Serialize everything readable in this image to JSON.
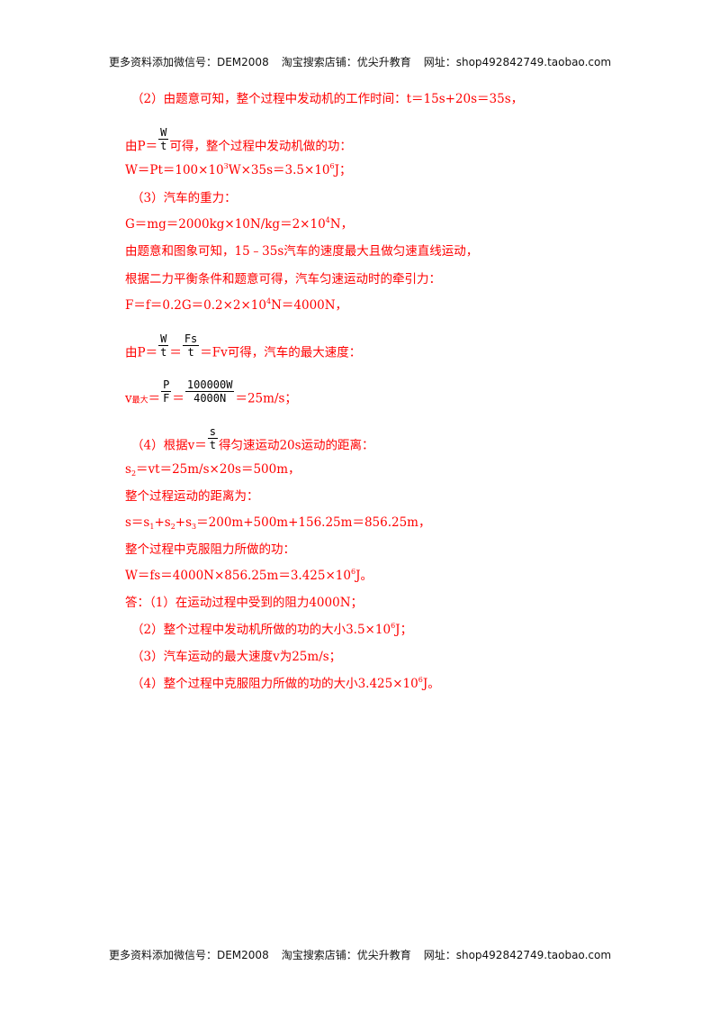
{
  "header": {
    "wechat": "更多资料添加微信号：DEM2008",
    "shop": "淘宝搜索店铺：优尖升教育",
    "url": "网址：shop492842749.taobao.com"
  },
  "footer": {
    "wechat": "更多资料添加微信号：DEM2008",
    "shop": "淘宝搜索店铺：优尖升教育",
    "url": "网址：shop492842749.taobao.com"
  },
  "content": {
    "l1": "（2）由题意可知，整个过程中发动机的工作时间：t＝15s+20s＝35s，",
    "l2_pre": "由P＝",
    "l2_num": "W",
    "l2_den": "t",
    "l2_post": "可得，整个过程中发动机做的功：",
    "l3_pre": "W＝Pt＝100×10",
    "l3_exp1": "3",
    "l3_mid": "W×35s＝3.5×10",
    "l3_exp2": "6",
    "l3_post": "J；",
    "l4": "（3）汽车的重力：",
    "l5_pre": "G＝mg＝2000kg×10N/kg＝2×10",
    "l5_exp": "4",
    "l5_post": "N，",
    "l6": "由题意和图象可知，15﹣35s汽车的速度最大且做匀速直线运动，",
    "l7": "根据二力平衡条件和题意可得，汽车匀速运动时的牵引力：",
    "l8_pre": "F＝f＝0.2G＝0.2×2×10",
    "l8_exp": "4",
    "l8_post": "N＝4000N，",
    "l9_pre": "由P＝",
    "l9_f1num": "W",
    "l9_f1den": "t",
    "l9_eq": "＝",
    "l9_f2num": "Fs",
    "l9_f2den": "t",
    "l9_post": "＝Fv可得，汽车的最大速度：",
    "l10_pre": "v",
    "l10_sub": "最大",
    "l10_eq": "＝",
    "l10_f1num": "P",
    "l10_f1den": "F",
    "l10_eq2": "＝",
    "l10_f2num": "100000W",
    "l10_f2den": "4000N",
    "l10_post": "＝25m/s；",
    "l11_pre": "（4）根据v＝",
    "l11_num": "s",
    "l11_den": "t",
    "l11_post": "得匀速运动20s运动的距离：",
    "l12_pre": "s",
    "l12_sub": "2",
    "l12_post": "＝vt＝25m/s×20s＝500m，",
    "l13": "整个过程运动的距离为：",
    "l14_a": "s＝s",
    "l14_s1": "1",
    "l14_b": "+s",
    "l14_s2": "2",
    "l14_c": "+s",
    "l14_s3": "3",
    "l14_post": "＝200m+500m+156.25m＝856.25m，",
    "l15": "整个过程中克服阻力所做的功：",
    "l16_pre": "W＝fs＝4000N×856.25m＝3.425×10",
    "l16_exp": "6",
    "l16_post": "J。",
    "l17": "答：（1）在运动过程中受到的阻力4000N；",
    "l18_pre": "（2）整个过程中发动机所做的功的大小3.5×10",
    "l18_exp": "6",
    "l18_post": "J；",
    "l19": "（3）汽车运动的最大速度v为25m/s；",
    "l20_pre": "（4）整个过程中克服阻力所做的功的大小3.425×10",
    "l20_exp": "6",
    "l20_post": "J。"
  }
}
